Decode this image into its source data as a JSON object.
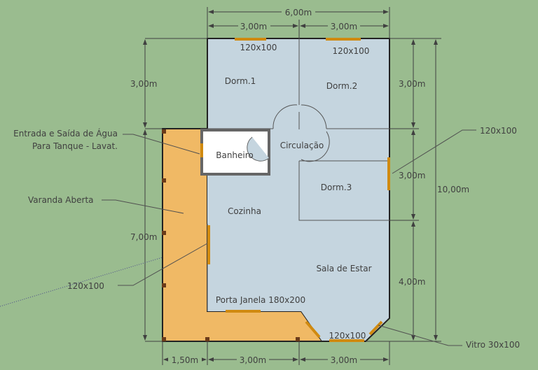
{
  "dimensions": {
    "total_width": "6,00m",
    "top_left": "3,00m",
    "top_right": "3,00m",
    "left_top": "3,00m",
    "left_bottom": "7,00m",
    "right_top": "3,00m",
    "right_middle": "3,00m",
    "right_bottom": "4,00m",
    "total_depth": "10,00m",
    "bottom_varanda": "1,50m",
    "bottom_middle": "3,00m",
    "bottom_right": "3,00m"
  },
  "rooms": {
    "dorm1": "Dorm.1",
    "dorm2": "Dorm.2",
    "dorm3": "Dorm.3",
    "banheiro": "Banheiro",
    "circulacao": "Circulação",
    "cozinha": "Cozinha",
    "sala": "Sala de Estar",
    "varanda": "Varanda Aberta"
  },
  "annotations": {
    "window_dorm1": "120x100",
    "window_dorm2": "120x100",
    "window_dorm3": "120x100",
    "window_cozinha": "120x100",
    "window_sala": "120x100",
    "porta_janela": "Porta Janela 180x200",
    "vitro": "Vitro 30x100",
    "agua_line1": "Entrada e Saída de Água",
    "agua_line2": "Para Tanque - Lavat."
  },
  "colors": {
    "background": "#9abc8f",
    "interior": "#c5d5df",
    "varanda": "#f0b965",
    "window": "#f0a020"
  }
}
